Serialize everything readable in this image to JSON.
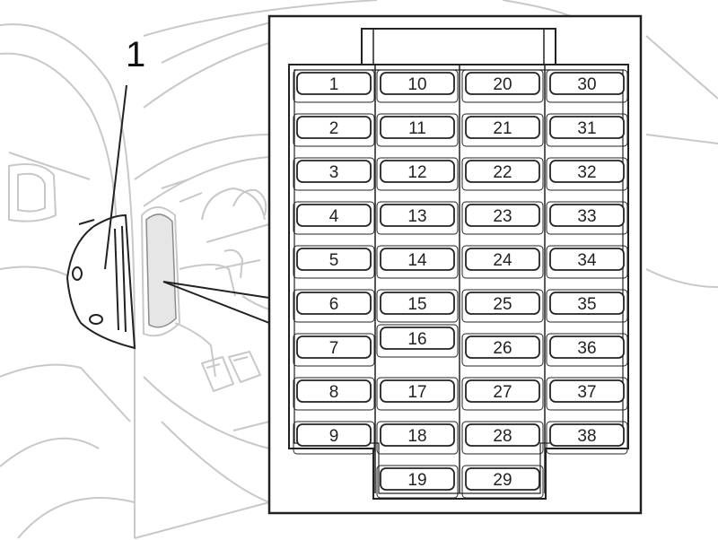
{
  "callout": {
    "label": "1"
  },
  "fuse_box": {
    "columns": [
      [
        "1",
        "2",
        "3",
        "4",
        "5",
        "6",
        "7",
        "8",
        "9"
      ],
      [
        "10",
        "11",
        "12",
        "13",
        "14",
        "15",
        "16",
        "17",
        "18",
        "19"
      ],
      [
        "20",
        "21",
        "22",
        "23",
        "24",
        "25",
        "26",
        "27",
        "28",
        "29"
      ],
      [
        "30",
        "31",
        "32",
        "33",
        "34",
        "35",
        "36",
        "37",
        "38"
      ]
    ]
  },
  "colors": {
    "line": "#222222",
    "car_line": "#c8c8c8",
    "panel_fill": "#e6e6e6",
    "background": "#ffffff"
  }
}
